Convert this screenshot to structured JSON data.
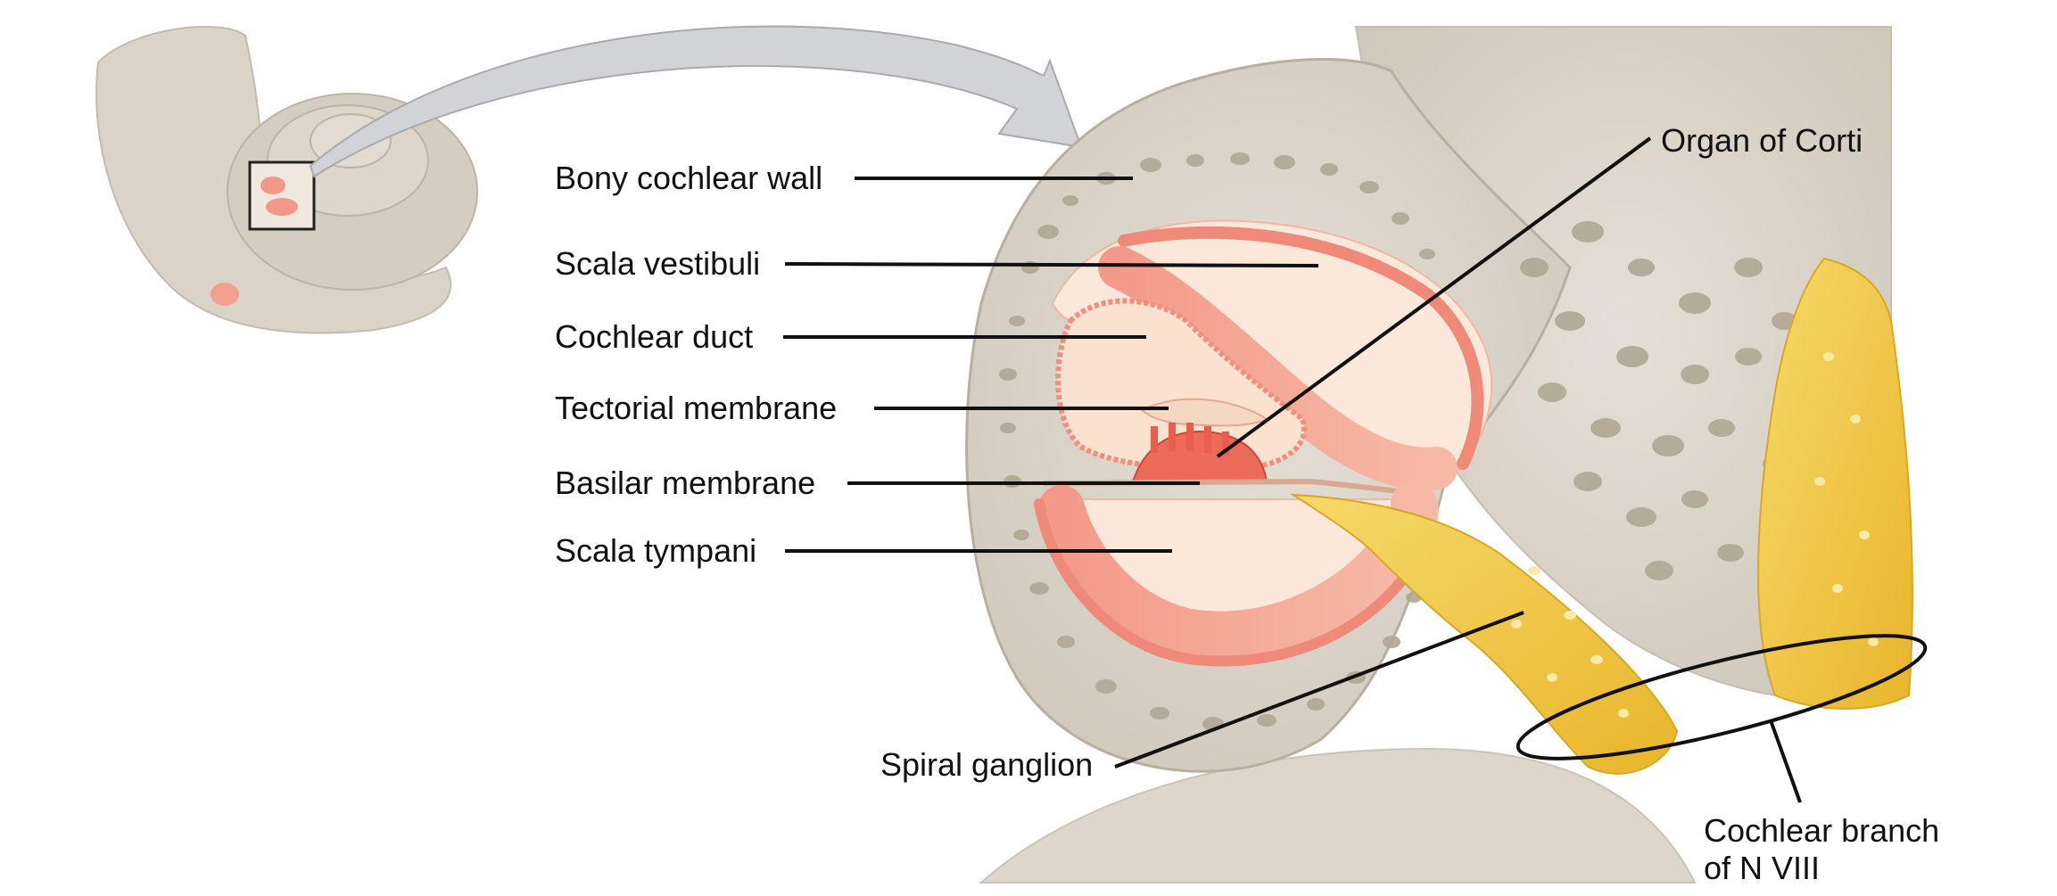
{
  "labels": {
    "bony_cochlear_wall": "Bony cochlear wall",
    "scala_vestibuli": "Scala vestibuli",
    "cochlear_duct": "Cochlear duct",
    "tectorial_membrane": "Tectorial membrane",
    "basilar_membrane": "Basilar membrane",
    "scala_tympani": "Scala tympani",
    "organ_of_corti": "Organ of Corti",
    "spiral_ganglion": "Spiral ganglion",
    "cochlear_branch_line1": "Cochlear branch",
    "cochlear_branch_line2": "of N VIII"
  },
  "colors": {
    "bone": "#d8d2c7",
    "bone_dark": "#b7ae9f",
    "bone_hole": "#a89f8e",
    "duct_pink": "#f08c80",
    "duct_light": "#f6b6a7",
    "duct_fill": "#fbe6d6",
    "nerve_yellow": "#f0c23a",
    "nerve_light": "#f7dd7a",
    "arrow_gray": "#cfd0d3",
    "line": "#111111"
  }
}
